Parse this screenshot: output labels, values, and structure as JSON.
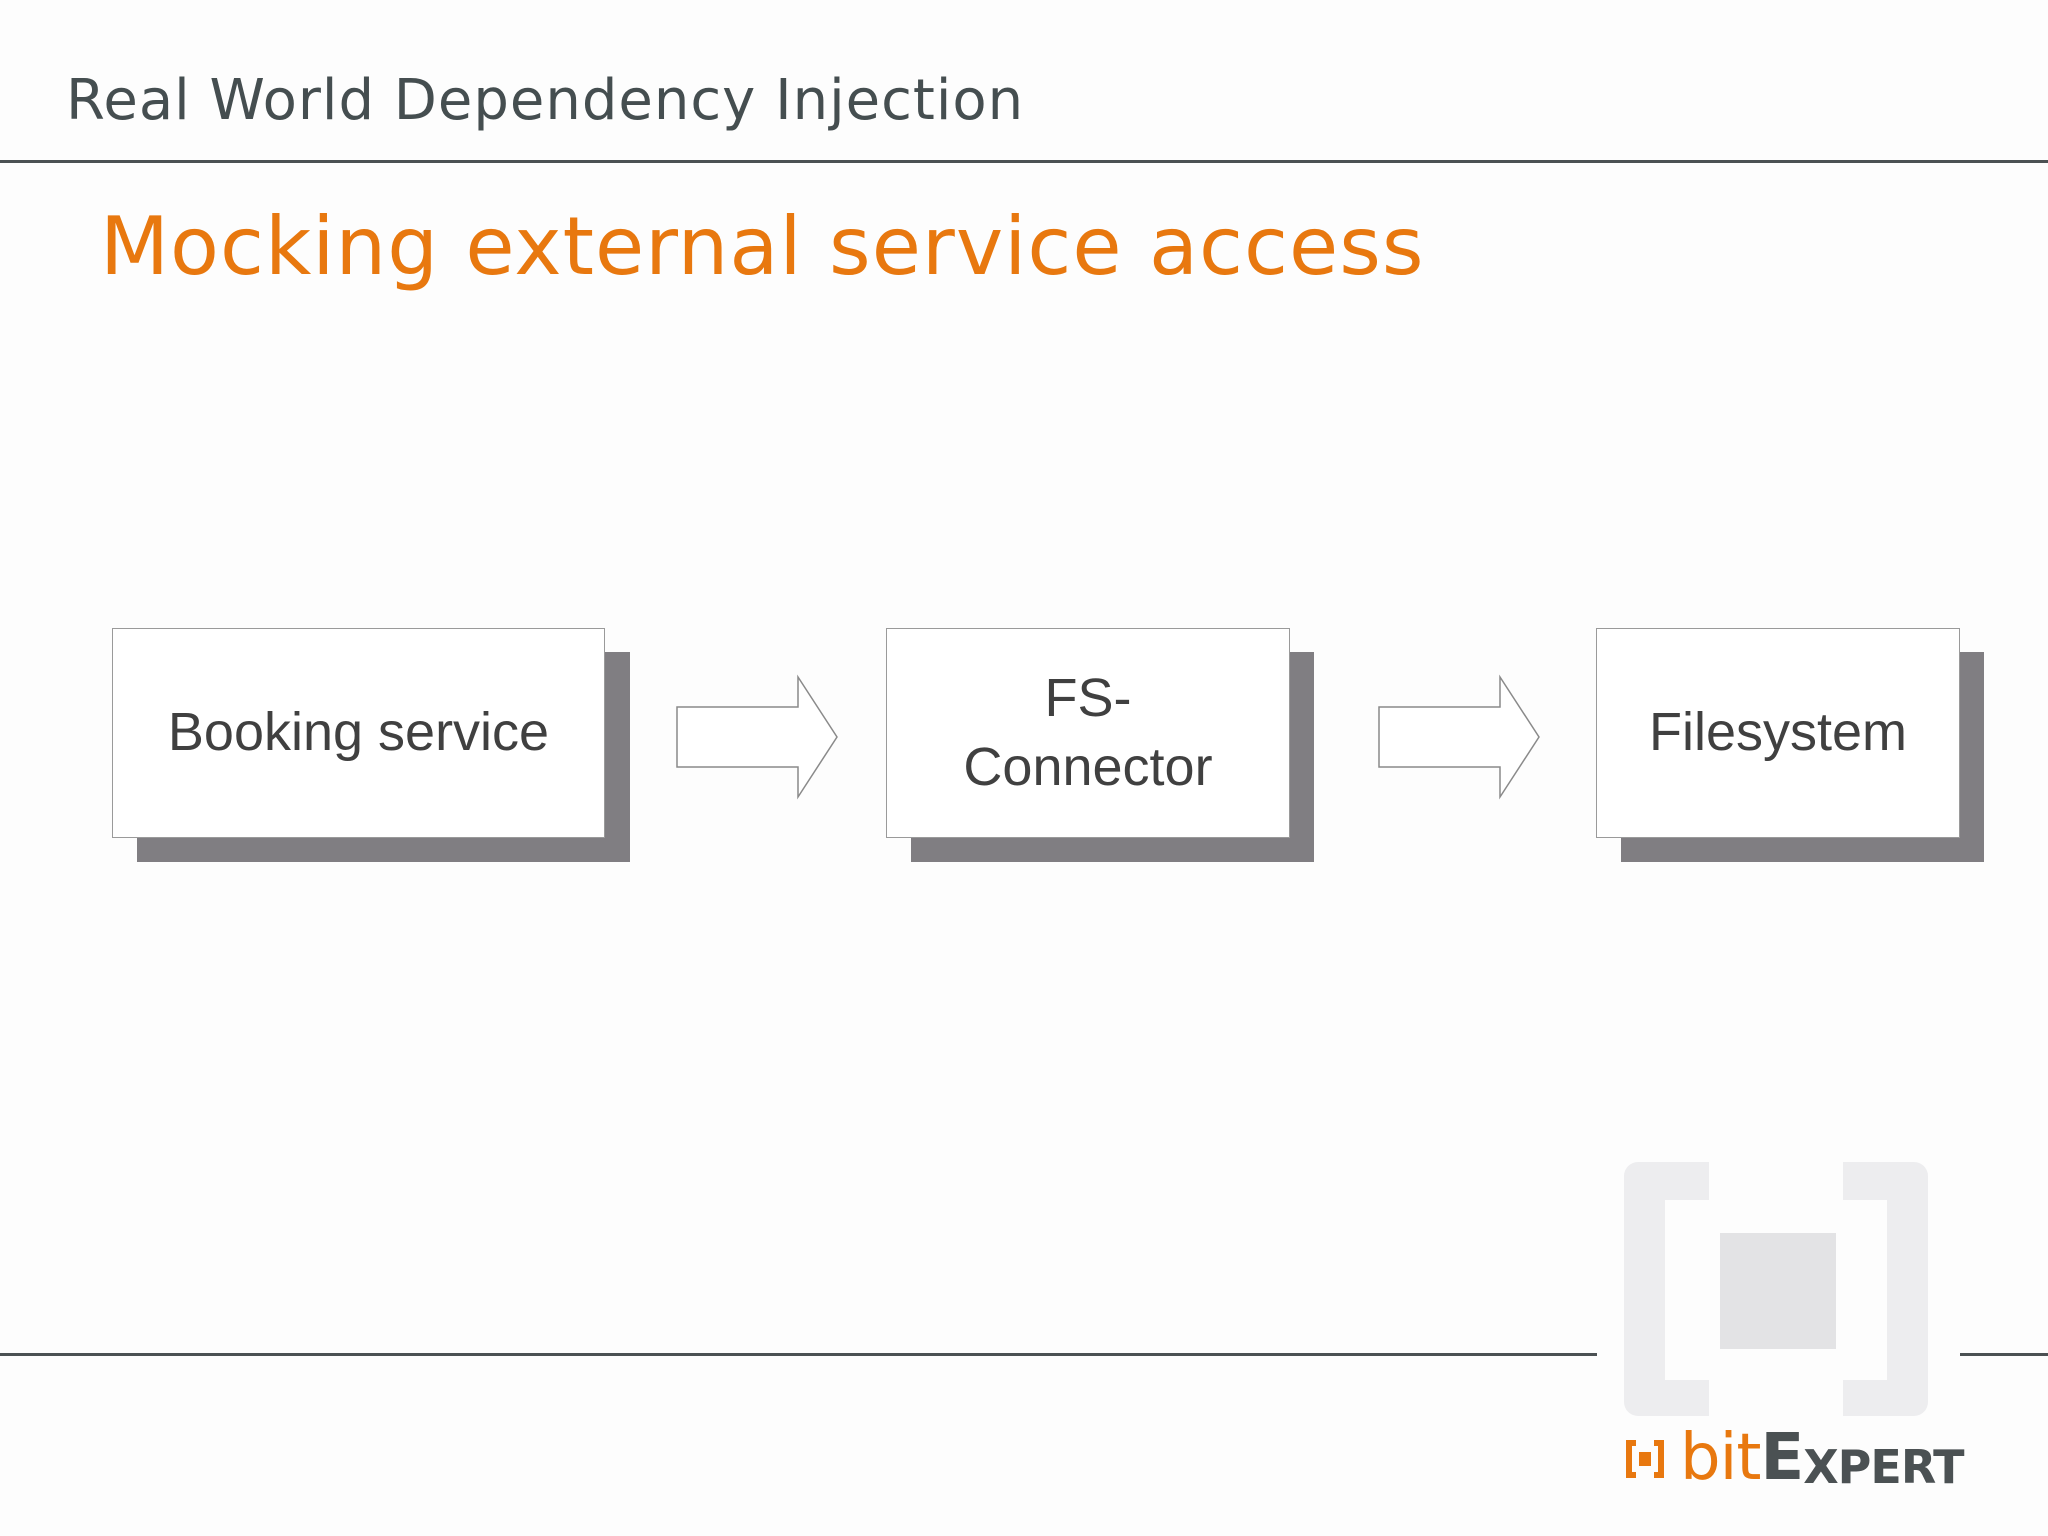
{
  "slide": {
    "header": "Real World Dependency Injection",
    "title": "Mocking external service access"
  },
  "diagram": {
    "nodes": [
      {
        "id": "booking",
        "lines": [
          "Booking service"
        ]
      },
      {
        "id": "fs-connector",
        "lines": [
          "FS-",
          "Connector"
        ]
      },
      {
        "id": "filesystem",
        "lines": [
          "Filesystem"
        ]
      }
    ],
    "edges": [
      {
        "from": "booking",
        "to": "fs-connector"
      },
      {
        "from": "fs-connector",
        "to": "filesystem"
      }
    ]
  },
  "brand": {
    "bit": "bit",
    "expert_first": "E",
    "expert_rest": "XPERT"
  },
  "colors": {
    "accent": "#e8780f",
    "text": "#454e50",
    "shadow": "#807e82"
  }
}
